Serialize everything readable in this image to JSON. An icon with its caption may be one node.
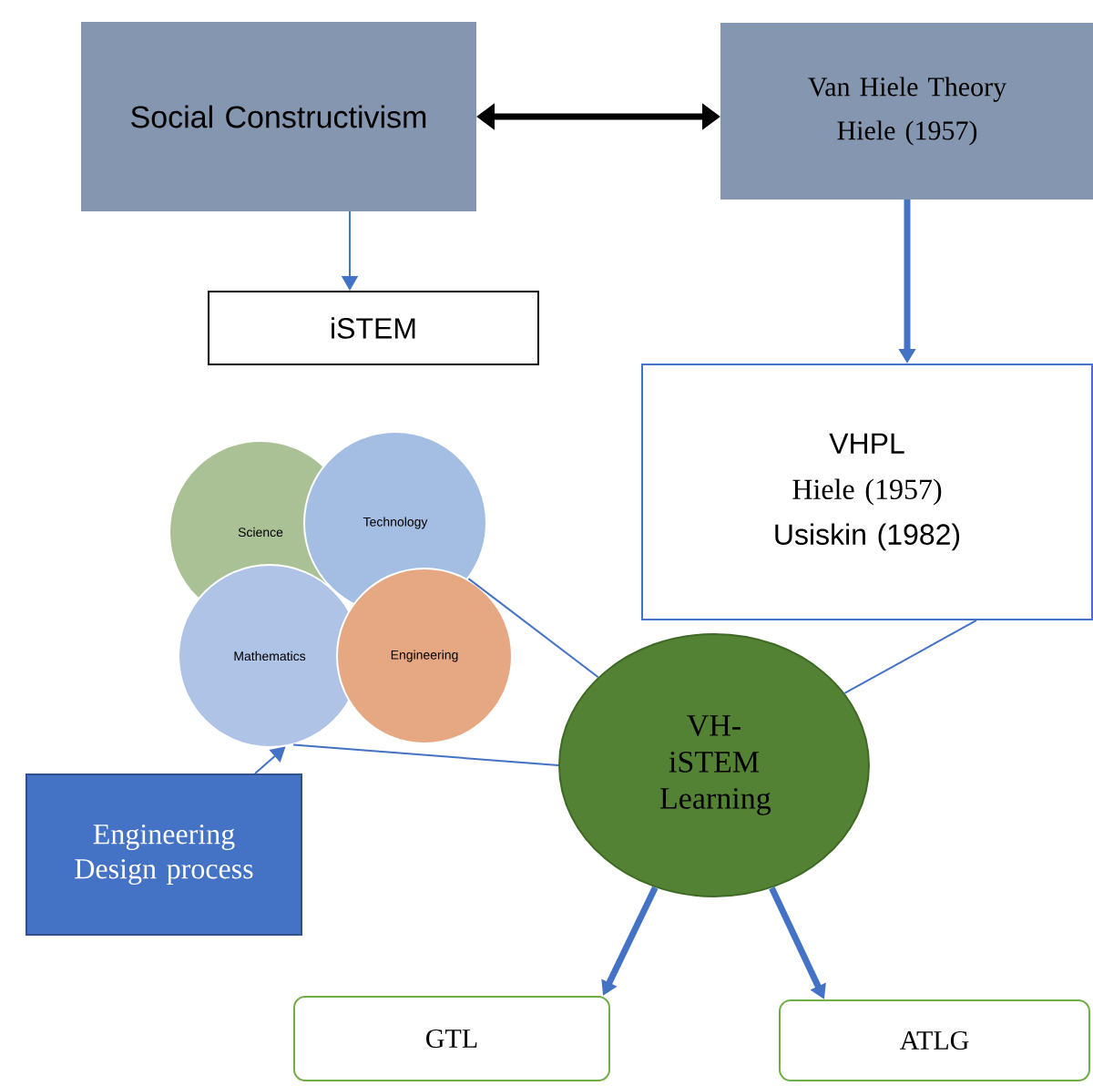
{
  "diagram": {
    "nodes": [
      {
        "text": [
          "Social Constructivism"
        ]
      },
      {
        "text": [
          "Van Hiele Theory",
          "Hiele (1957)"
        ]
      },
      {
        "text": [
          "iSTEM"
        ]
      },
      {
        "text": [
          "VHPL",
          "Hiele (1957)",
          "Usiskin (1982)"
        ]
      },
      {
        "text": [
          "Science"
        ]
      },
      {
        "text": [
          "Technology"
        ]
      },
      {
        "text": [
          "Mathematics"
        ]
      },
      {
        "text": [
          "Engineering"
        ]
      },
      {
        "text": [
          "VH- iSTEM Learning"
        ]
      },
      {
        "text": [
          "Engineering Design process"
        ]
      },
      {
        "text": [
          "GTL"
        ]
      },
      {
        "text": [
          "ATLG"
        ]
      }
    ],
    "edges": [
      {
        "from": 0,
        "to": 1,
        "arrow": "both",
        "style": "thick",
        "color": "#000000"
      },
      {
        "from": 0,
        "to": 2,
        "arrow": "to"
      },
      {
        "from": 1,
        "to": 3,
        "arrow": "to",
        "style": "thick"
      },
      {
        "from": 5,
        "to": 8,
        "arrow": "none"
      },
      {
        "from": 6,
        "to": 8,
        "arrow": "none"
      },
      {
        "from": 3,
        "to": 8,
        "arrow": "none"
      },
      {
        "from": 9,
        "to": 6,
        "arrow": "to"
      },
      {
        "from": 8,
        "to": 10,
        "arrow": "to",
        "style": "thick"
      },
      {
        "from": 8,
        "to": 11,
        "arrow": "to",
        "style": "thick"
      }
    ]
  }
}
